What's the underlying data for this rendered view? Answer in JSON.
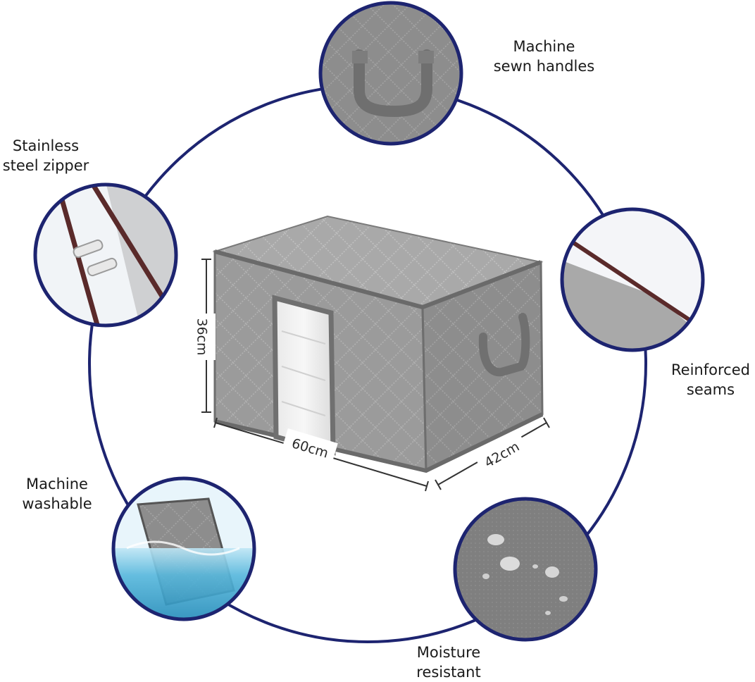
{
  "features": {
    "handles": {
      "line1": "Machine",
      "line2": "sewn handles"
    },
    "zipper": {
      "line1": "Stainless",
      "line2": "steel zipper"
    },
    "seams": {
      "line1": "Reinforced",
      "line2": "seams"
    },
    "washable": {
      "line1": "Machine",
      "line2": "washable"
    },
    "moisture": {
      "line1": "Moisture",
      "line2": "resistant"
    }
  },
  "dimensions": {
    "width": "60cm",
    "depth": "42cm",
    "height": "36cm"
  },
  "colors": {
    "ring": "#1d2470",
    "bag": "#9a9a9a",
    "trim": "#6e6e6e",
    "zipper_tape": "#5a2a2a",
    "water": "#3aa0c8"
  }
}
